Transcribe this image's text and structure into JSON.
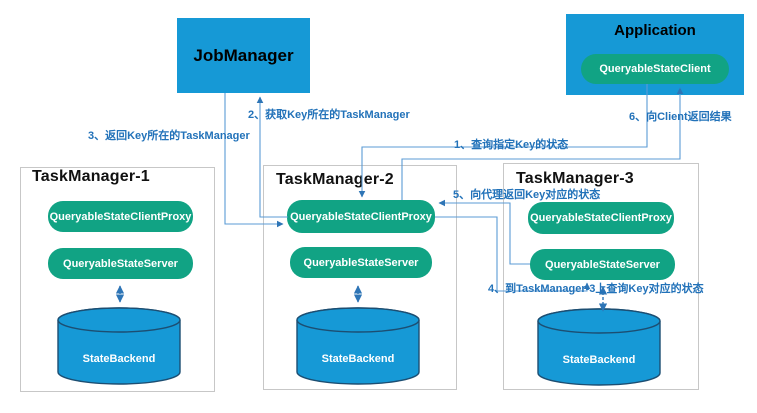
{
  "colors": {
    "box_blue": "#1699D6",
    "chip_green": "#11A384",
    "wire_blue": "#5B9BD5",
    "arrow_blue": "#2E75B6",
    "label_blue": "#2272B9",
    "tm_border_gray": "#C7C7C7"
  },
  "top_boxes": {
    "job_manager": {
      "title": "JobManager"
    },
    "application": {
      "title": "Application",
      "client": "QueryableStateClient"
    }
  },
  "task_managers": [
    {
      "title": "TaskManager-1",
      "proxy": "QueryableStateClientProxy",
      "server": "QueryableStateServer",
      "backend": "StateBackend"
    },
    {
      "title": "TaskManager-2",
      "proxy": "QueryableStateClientProxy",
      "server": "QueryableStateServer",
      "backend": "StateBackend"
    },
    {
      "title": "TaskManager-3",
      "proxy": "QueryableStateClientProxy",
      "server": "QueryableStateServer",
      "backend": "StateBackend"
    }
  ],
  "arrows": [
    {
      "id": "1",
      "label": "1、查询指定Key的状态"
    },
    {
      "id": "2",
      "label": "2、获取Key所在的TaskManager"
    },
    {
      "id": "3",
      "label": "3、返回Key所在的TaskManager"
    },
    {
      "id": "4",
      "label": "4、到TaskManager-3上查询Key对应的状态"
    },
    {
      "id": "5",
      "label": "5、向代理返回Key对应的状态"
    },
    {
      "id": "6",
      "label": "6、向Client返回结果"
    }
  ]
}
